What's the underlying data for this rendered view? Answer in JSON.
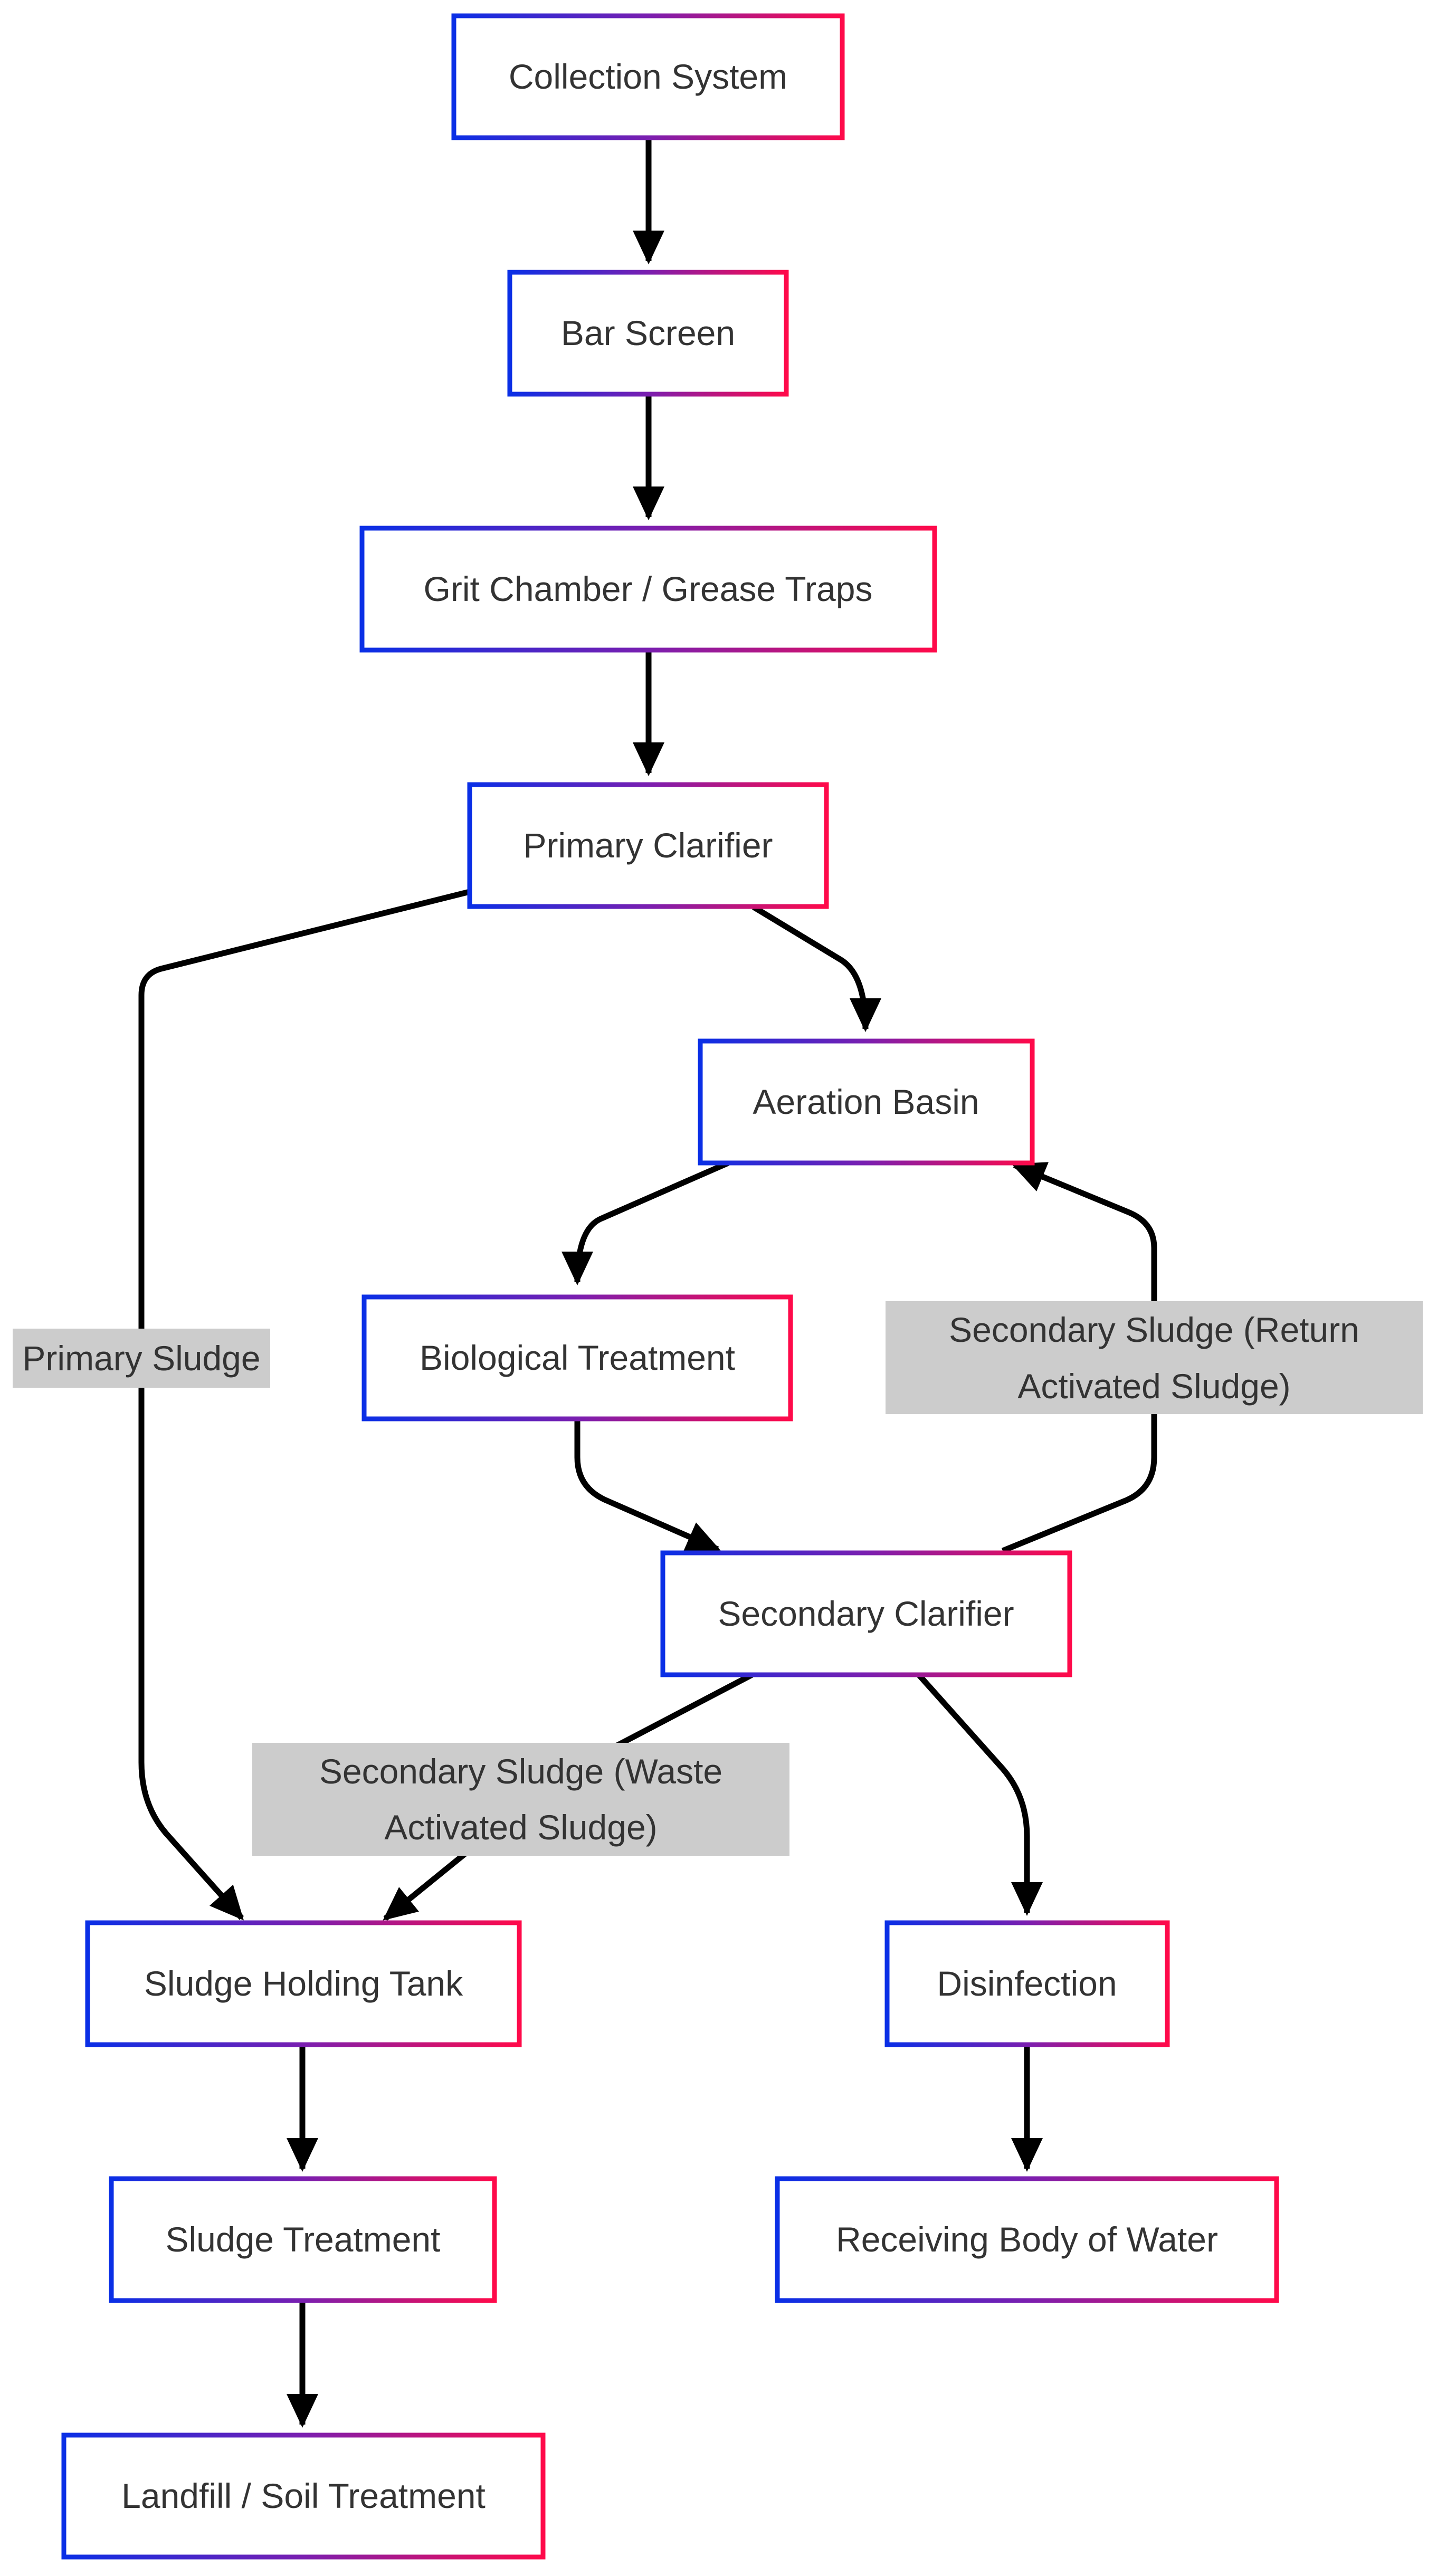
{
  "colors": {
    "border_gradient_start": "#0a2fe6",
    "border_gradient_mid": "#7a1fb0",
    "border_gradient_end": "#ff0a4a",
    "edge": "#000000",
    "label_background": "#cccccc",
    "text": "#333333"
  },
  "nodes": {
    "collection_system": "Collection System",
    "bar_screen": "Bar Screen",
    "grit_chamber": "Grit Chamber / Grease Traps",
    "primary_clarifier": "Primary Clarifier",
    "aeration_basin": "Aeration Basin",
    "biological_treatment": "Biological Treatment",
    "secondary_clarifier": "Secondary Clarifier",
    "sludge_holding_tank": "Sludge Holding Tank",
    "disinfection": "Disinfection",
    "sludge_treatment": "Sludge Treatment",
    "receiving_water": "Receiving Body of Water",
    "landfill": "Landfill / Soil Treatment"
  },
  "edge_labels": {
    "primary_sludge": [
      "Primary Sludge"
    ],
    "return_activated_sludge": [
      "Secondary Sludge (Return",
      "Activated Sludge)"
    ],
    "waste_activated_sludge": [
      "Secondary Sludge (Waste",
      "Activated Sludge)"
    ]
  }
}
